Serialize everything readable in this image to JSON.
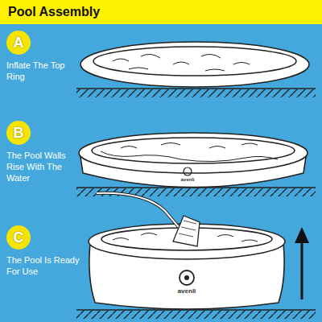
{
  "diagram": {
    "title": "Pool Assembly",
    "nodes": [
      {
        "text": [
          "A",
          "Inflate The Top Ring"
        ]
      },
      {
        "text": [
          "B",
          "The Pool Walls Rise With The Water"
        ]
      },
      {
        "text": [
          "C",
          "The Pool Is Ready For Use"
        ]
      }
    ],
    "labels": [
      "avenli",
      "avenli"
    ]
  }
}
